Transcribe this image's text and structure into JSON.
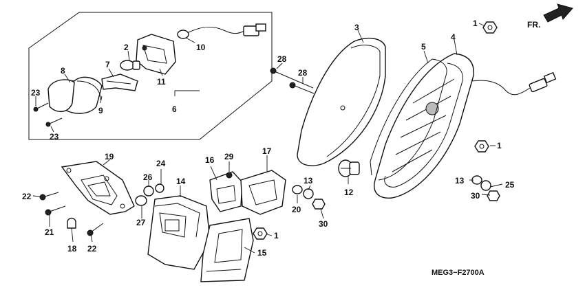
{
  "diagram": {
    "code": "MEG3−F2700A",
    "direction": "FR.",
    "labels": {
      "l1a": "1",
      "l1b": "1",
      "l1c": "1",
      "l2": "2",
      "l3": "3",
      "l4": "4",
      "l5": "5",
      "l6": "6",
      "l7": "7",
      "l8": "8",
      "l9": "9",
      "l10": "10",
      "l11": "11",
      "l12": "12",
      "l13a": "13",
      "l13b": "13",
      "l14": "14",
      "l15": "15",
      "l16": "16",
      "l17": "17",
      "l18": "18",
      "l19": "19",
      "l20": "20",
      "l21": "21",
      "l22a": "22",
      "l22b": "22",
      "l23a": "23",
      "l23b": "23",
      "l24": "24",
      "l25": "25",
      "l26": "26",
      "l27": "27",
      "l28a": "28",
      "l28b": "28",
      "l29": "29",
      "l30a": "30",
      "l30b": "30"
    }
  }
}
